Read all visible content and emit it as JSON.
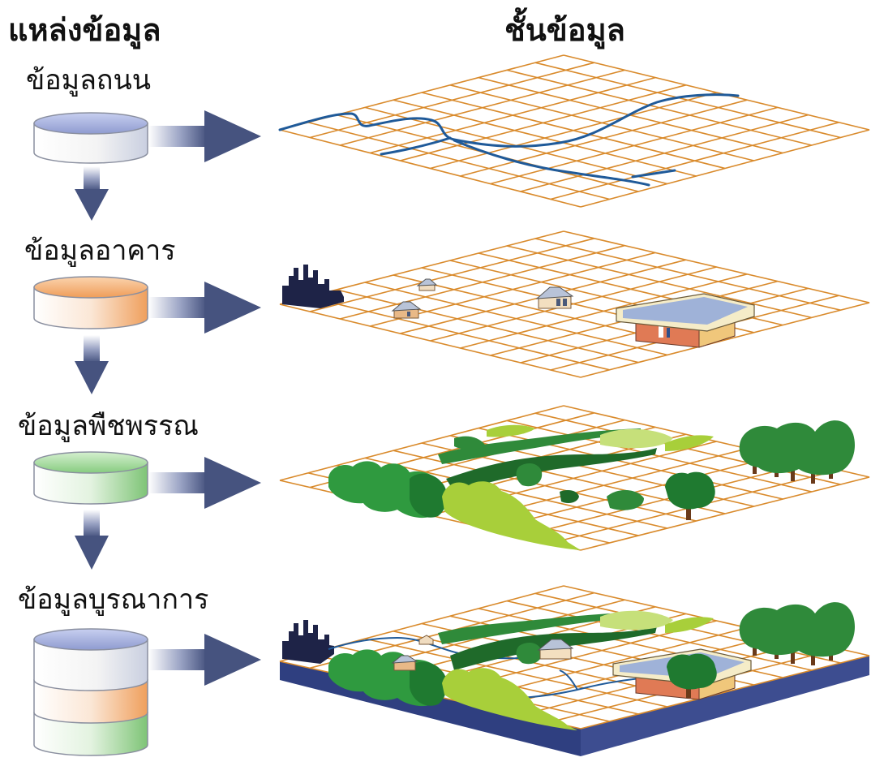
{
  "headings": {
    "sources": "แหล่งข้อมูล",
    "layers": "ชั้นข้อมูล"
  },
  "sources": [
    {
      "label": "ข้อมูลถนน",
      "color": "#9aa6d6"
    },
    {
      "label": "ข้อมูลอาคาร",
      "color": "#f0a060"
    },
    {
      "label": "ข้อมูลพืชพรรณ",
      "color": "#8fcf8a"
    },
    {
      "label": "ข้อมูลบูรณาการ",
      "colors": [
        "#9aa6d6",
        "#f0a060",
        "#8fcf8a"
      ]
    }
  ],
  "layers": [
    "road-layer",
    "building-layer",
    "vegetation-layer",
    "integrated-layer"
  ],
  "colors": {
    "grid": "#d98a2b",
    "road": "#1f5a99",
    "arrow": "#46537f",
    "base_slab": "#2f3f80",
    "tree_dark": "#1f7a30",
    "tree_mid": "#2f9a3f",
    "tree_light": "#a8cf3a",
    "building_roof": "#9fb2d8",
    "building_wall": "#e07a55",
    "city": "#1e2347"
  }
}
